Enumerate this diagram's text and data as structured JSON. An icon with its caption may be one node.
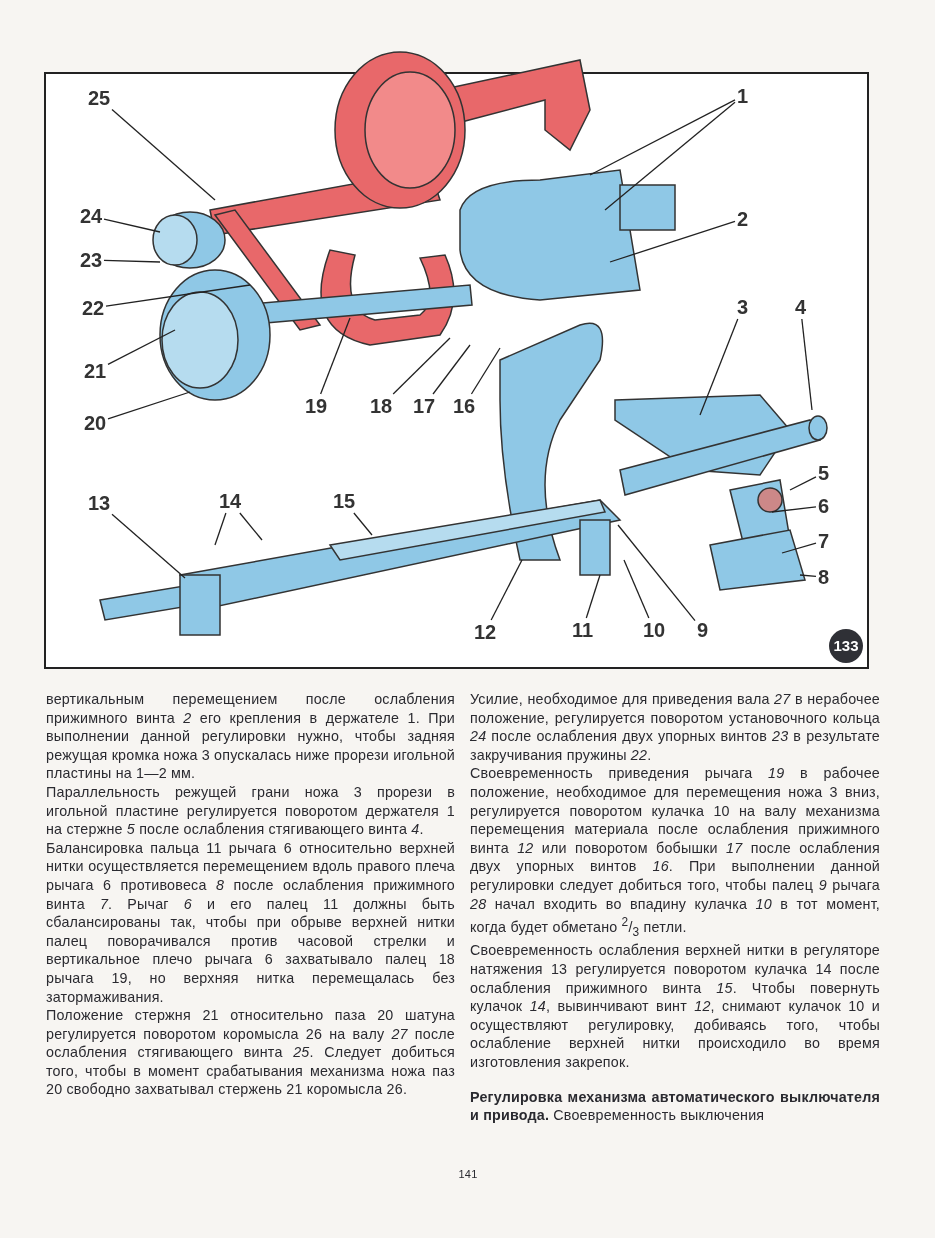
{
  "diagram": {
    "nodes": [
      {
        "text": [
          "25"
        ]
      },
      {
        "text": [
          "1"
        ]
      },
      {
        "text": [
          "24"
        ]
      },
      {
        "text": [
          "2"
        ]
      },
      {
        "text": [
          "23"
        ]
      },
      {
        "text": [
          "22"
        ]
      },
      {
        "text": [
          "3"
        ]
      },
      {
        "text": [
          "4"
        ]
      },
      {
        "text": [
          "21"
        ]
      },
      {
        "text": [
          "20"
        ]
      },
      {
        "text": [
          "19"
        ]
      },
      {
        "text": [
          "18"
        ]
      },
      {
        "text": [
          "17"
        ]
      },
      {
        "text": [
          "16"
        ]
      },
      {
        "text": [
          "5"
        ]
      },
      {
        "text": [
          "13"
        ]
      },
      {
        "text": [
          "14"
        ]
      },
      {
        "text": [
          "15"
        ]
      },
      {
        "text": [
          "6"
        ]
      },
      {
        "text": [
          "7"
        ]
      },
      {
        "text": [
          "8"
        ]
      },
      {
        "text": [
          "11"
        ]
      },
      {
        "text": [
          "10"
        ]
      },
      {
        "text": [
          "9"
        ]
      },
      {
        "text": [
          "12"
        ]
      },
      {
        "text": [
          "133"
        ]
      }
    ],
    "edges": [
      {
        "from": 0,
        "to": null,
        "arrow": "none"
      },
      {
        "from": 1,
        "to": null,
        "arrow": "none"
      },
      {
        "from": 1,
        "to": null,
        "arrow": "none"
      },
      {
        "from": 2,
        "to": null,
        "arrow": "none"
      },
      {
        "from": 3,
        "to": null,
        "arrow": "none"
      },
      {
        "from": 4,
        "to": null,
        "arrow": "none"
      },
      {
        "from": 5,
        "to": null,
        "arrow": "none"
      },
      {
        "from": 6,
        "to": null,
        "arrow": "none"
      },
      {
        "from": 7,
        "to": null,
        "arrow": "none"
      },
      {
        "from": 8,
        "to": null,
        "arrow": "none"
      },
      {
        "from": 9,
        "to": null,
        "arrow": "none"
      },
      {
        "from": 10,
        "to": null,
        "arrow": "none"
      },
      {
        "from": 11,
        "to": null,
        "arrow": "none"
      },
      {
        "from": 12,
        "to": null,
        "arrow": "none"
      },
      {
        "from": 13,
        "to": null,
        "arrow": "none"
      },
      {
        "from": 14,
        "to": null,
        "arrow": "none"
      },
      {
        "from": 15,
        "to": null,
        "arrow": "none"
      },
      {
        "from": 16,
        "to": null,
        "arrow": "none"
      },
      {
        "from": 16,
        "to": null,
        "arrow": "none"
      },
      {
        "from": 17,
        "to": null,
        "arrow": "none"
      },
      {
        "from": 18,
        "to": null,
        "arrow": "none"
      },
      {
        "from": 19,
        "to": null,
        "arrow": "none"
      },
      {
        "from": 20,
        "to": null,
        "arrow": "none"
      },
      {
        "from": 21,
        "to": null,
        "arrow": "none"
      },
      {
        "from": 22,
        "to": null,
        "arrow": "none"
      },
      {
        "from": 23,
        "to": null,
        "arrow": "none"
      },
      {
        "from": 24,
        "to": null,
        "arrow": "none"
      }
    ],
    "labels": [
      "вертикальным перемещением после ослабления прижимного винта *2* его крепления в держателе 1. При выполнении данной регулировки нужно, чтобы задняя режущая кромка ножа 3 опускалась ниже прорези игольной пластины на 1—2 мм.",
      "Параллельность режущей грани ножа 3 прорези в игольной пластине регулируется поворотом держателя 1 на стержне *5* после ослабления стягивающего винта *4*.",
      "Балансировка пальца 11 рычага 6 относительно верхней нитки осуществляется перемещением вдоль правого плеча рычага 6 противовеса *8* после ослабления прижимного винта *7*. Рычаг *6* и его палец 11 должны быть сбалансированы так, чтобы при обрыве верхней нитки палец поворачивался против часовой стрелки и вертикальное плечо рычага 6 захватывало палец 18 рычага 19, но верхняя нитка перемещалась без затормаживания.",
      "Положение стержня 21 относительно паза 20 шатуна регулируется поворотом коромысла 26 на валу *27* после ослабления стягивающего винта *25*. Следует добиться того, чтобы в момент срабатывания механизма ножа паз 20 свободно захватывал стержень 21 коромысла 26.",
      "Усилие, необходимое для приведения вала *27* в нерабочее положение, регулируется поворотом установочного кольца *24* после ослабления двух упорных винтов *23* в результате закручивания пружины *22*.",
      "Своевременность приведения рычага *19* в рабочее положение, необходимое для перемещения ножа 3 вниз, регулируется поворотом кулачка 10 на валу механизма перемещения материала после ослабления прижимного винта *12* или поворотом бобышки *17* после ослабления двух упорных винтов *16*. При выполнении данной регулировки следует добиться того, чтобы палец *9* рычага *28* начал входить во впадину кулачка *10* в тот момент, когда будет обметано $^{2}$/$_{3}$ петли.",
      "Своевременность ослабления верхней нитки в регуляторе натяжения 13 регулируется поворотом кулачка 14 после ослабления прижимного винта *15*. Чтобы повернуть кулачок *14*, вывинчивают винт *12*, снимают кулачок 10 и осуществляют регулировку, добиваясь того, чтобы ослабление верхней нитки происходило во время изготовления закрепок.",
      "**Регулировка механизма автоматического выключателя и привода.** Своевременность выключения",
      "141"
    ]
  }
}
